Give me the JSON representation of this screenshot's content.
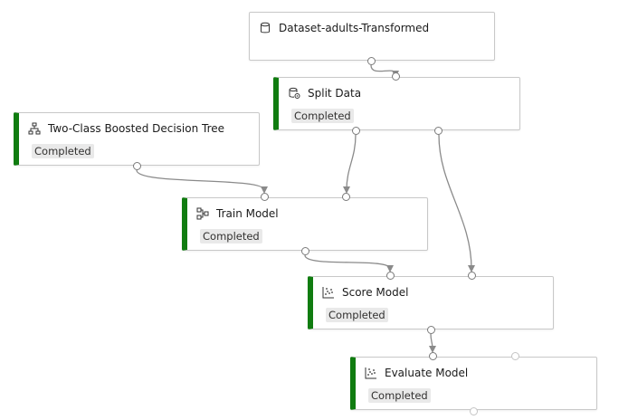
{
  "modules": {
    "dataset": {
      "title": "Dataset-adults-Transformed",
      "icon": "database-icon"
    },
    "split": {
      "title": "Split Data",
      "status": "Completed",
      "icon": "split-data-icon"
    },
    "boosted": {
      "title": "Two-Class Boosted Decision Tree",
      "status": "Completed",
      "icon": "decision-tree-icon"
    },
    "train": {
      "title": "Train Model",
      "status": "Completed",
      "icon": "train-model-icon"
    },
    "score": {
      "title": "Score Model",
      "status": "Completed",
      "icon": "scatter-plot-icon"
    },
    "evaluate": {
      "title": "Evaluate Model",
      "status": "Completed",
      "icon": "scatter-plot-icon"
    }
  },
  "colors": {
    "status_completed": "#107c10",
    "connector": "#8a8a8a",
    "node_border": "#c8c8c8",
    "badge_bg": "#e9e9e9"
  }
}
